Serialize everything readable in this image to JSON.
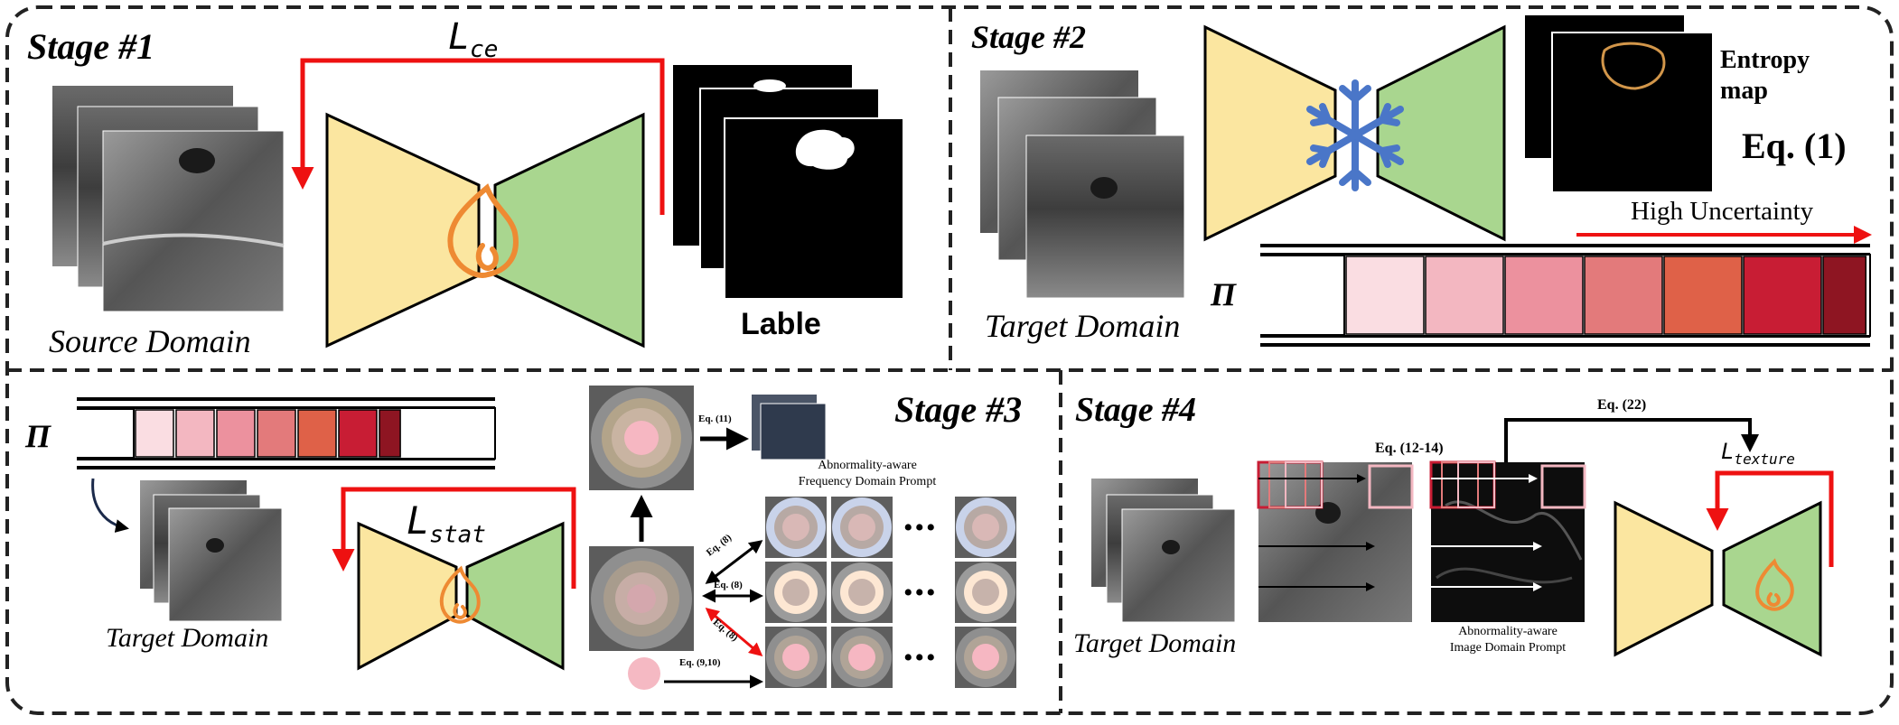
{
  "stages": {
    "s1": {
      "title": "Stage #1",
      "loss": "L",
      "loss_sub": "ce",
      "domain": "Source Domain",
      "label": "Lable"
    },
    "s2": {
      "title": "Stage #2",
      "domain": "Target Domain",
      "entropy_line1": "Entropy",
      "entropy_line2": "map",
      "eq": "Eq. (1)",
      "uncertainty": "High Uncertainty",
      "pi": "Π"
    },
    "s3": {
      "title": "Stage #3",
      "pi": "Π",
      "domain": "Target Domain",
      "loss": "L",
      "loss_sub": "stat",
      "eq11": "Eq. (11)",
      "eq8a": "Eq. (8)",
      "eq8b": "Eq. (8)",
      "eq8c": "Eq. (8)",
      "eq910": "Eq. (9,10)",
      "prompt_line1": "Abnormality-aware",
      "prompt_line2": "Frequency Domain Prompt",
      "dots": "•••"
    },
    "s4": {
      "title": "Stage #4",
      "domain": "Target Domain",
      "eq1214": "Eq. (12-14)",
      "eq22": "Eq. (22)",
      "loss": "L",
      "loss_sub": "texture",
      "prompt_line1": "Abnormality-aware",
      "prompt_line2": "Image Domain Prompt"
    }
  },
  "colors": {
    "encoder": "#fbe6a0",
    "decoder": "#a9d68f",
    "loss_arrow": "#ee1111",
    "flame": "#ee8a33",
    "snowflake": "#4a76c8",
    "uncertainty_scale": [
      "#fadde2",
      "#f3b7c1",
      "#ec919e",
      "#e37a7b",
      "#df6148",
      "#c81d34",
      "#8e1522"
    ]
  },
  "icons": [
    "flame-icon",
    "snowflake-icon"
  ]
}
